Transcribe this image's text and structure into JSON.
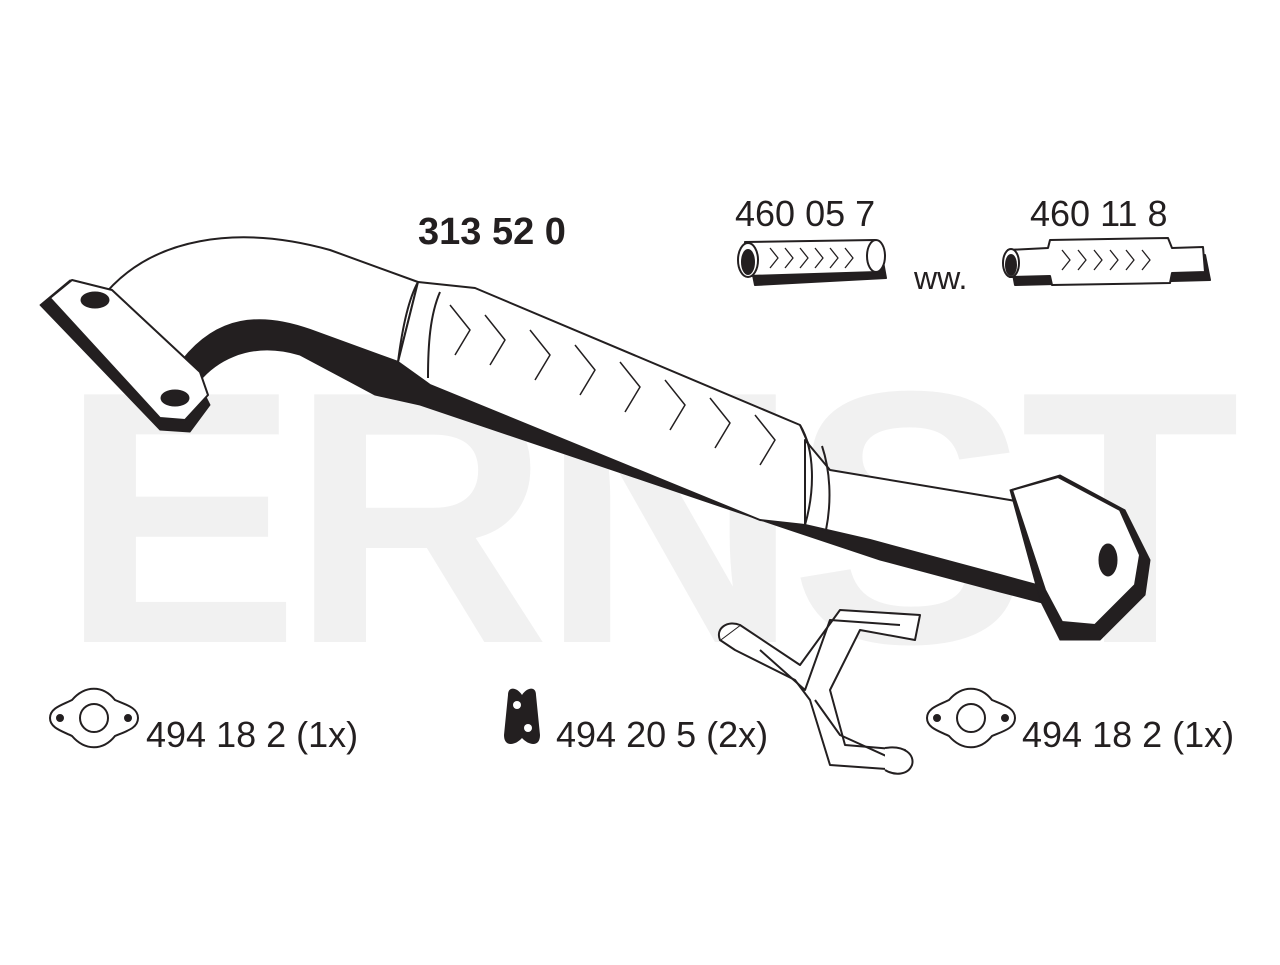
{
  "watermark": {
    "text": "ERNST",
    "color": "#f1f1f1"
  },
  "main_part": {
    "number": "313 52 0"
  },
  "flex_pipes": [
    {
      "number": "460 05 7"
    },
    {
      "number": "460 11 8"
    }
  ],
  "alternative_label": "ww.",
  "accessories": [
    {
      "number": "494 18 2 (1x)",
      "icon": "gasket-icon"
    },
    {
      "number": "494 20 5 (2x)",
      "icon": "rubber-hanger-icon"
    },
    {
      "number": "494 18 2 (1x)",
      "icon": "gasket-icon"
    }
  ],
  "colors": {
    "line": "#231f20",
    "fill": "#ffffff",
    "shadow": "#231f20"
  }
}
